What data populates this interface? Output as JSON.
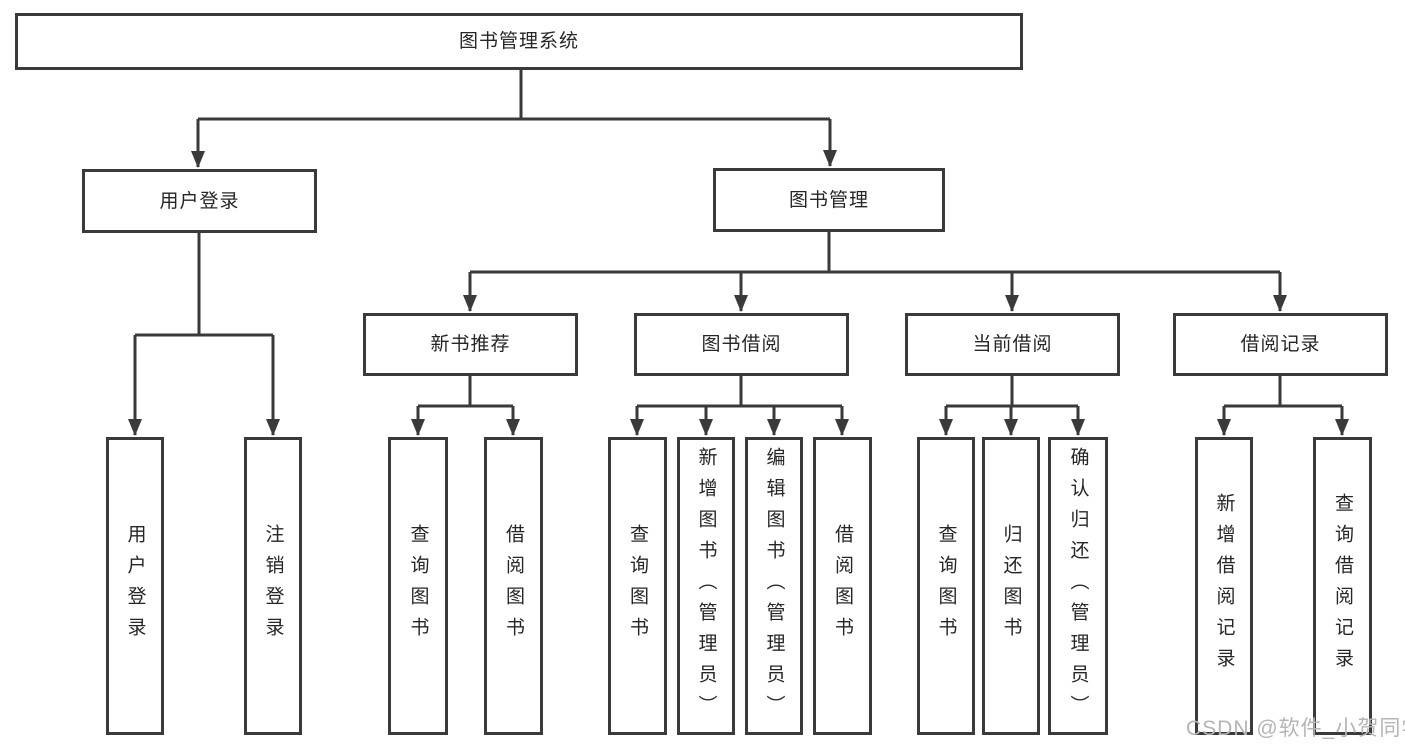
{
  "tree": {
    "root": {
      "label": "图书管理系统"
    },
    "user_login": {
      "label": "用户登录",
      "children": [
        {
          "label": "用户登录"
        },
        {
          "label": "注销登录"
        }
      ]
    },
    "book_mgmt": {
      "label": "图书管理",
      "sections": [
        {
          "label": "新书推荐",
          "children": [
            {
              "label": "查询图书"
            },
            {
              "label": "借阅图书"
            }
          ]
        },
        {
          "label": "图书借阅",
          "children": [
            {
              "label": "查询图书"
            },
            {
              "label": "新增图书（管理员）"
            },
            {
              "label": "编辑图书（管理员）"
            },
            {
              "label": "借阅图书"
            }
          ]
        },
        {
          "label": "当前借阅",
          "children": [
            {
              "label": "查询图书"
            },
            {
              "label": "归还图书"
            },
            {
              "label": "确认归还（管理员）"
            }
          ]
        },
        {
          "label": "借阅记录",
          "children": [
            {
              "label": "新增借阅记录"
            },
            {
              "label": "查询借阅记录"
            }
          ]
        }
      ]
    }
  },
  "watermark": {
    "text": "CSDN @软件_小贺同学"
  },
  "colors": {
    "line": "#3a3a3a",
    "text": "#262626",
    "watermark": "#b5b5b5",
    "background": "#ffffff"
  }
}
